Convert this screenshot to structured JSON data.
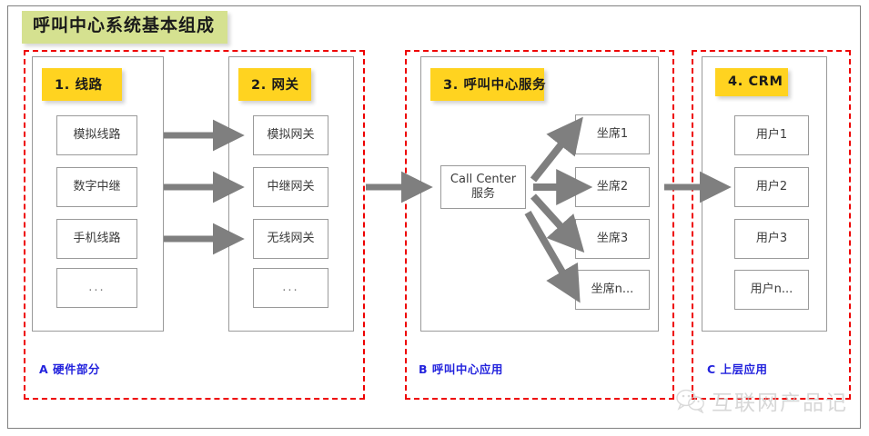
{
  "title": "呼叫中心系统基本组成",
  "regions": [
    {
      "id": "A",
      "label": "A 硬件部分"
    },
    {
      "id": "B",
      "label": "B 呼叫中心应用"
    },
    {
      "id": "C",
      "label": "C 上层应用"
    }
  ],
  "columns": [
    {
      "header": "1. 线路",
      "items": [
        "模拟线路",
        "数字中继",
        "手机线路",
        "..."
      ]
    },
    {
      "header": "2. 网关",
      "items": [
        "模拟网关",
        "中继网关",
        "无线网关",
        "..."
      ]
    },
    {
      "header": "3. 呼叫中心服务",
      "service": "Call Center服务",
      "items": [
        "坐席1",
        "坐席2",
        "坐席3",
        "坐席n..."
      ]
    },
    {
      "header": "4. CRM",
      "items": [
        "用户1",
        "用户2",
        "用户3",
        "用户n..."
      ]
    }
  ],
  "watermark": {
    "text": "互联网产品记",
    "icon": "wechat-logo-icon"
  },
  "colors": {
    "title_banner_bg": "#d5e190",
    "column_header_bg": "#ffd320",
    "region_border": "#ee0000",
    "region_label": "#2323dd",
    "arrow": "#7f7f7f",
    "box_border": "#9a9a9a",
    "frame": "#808080"
  }
}
